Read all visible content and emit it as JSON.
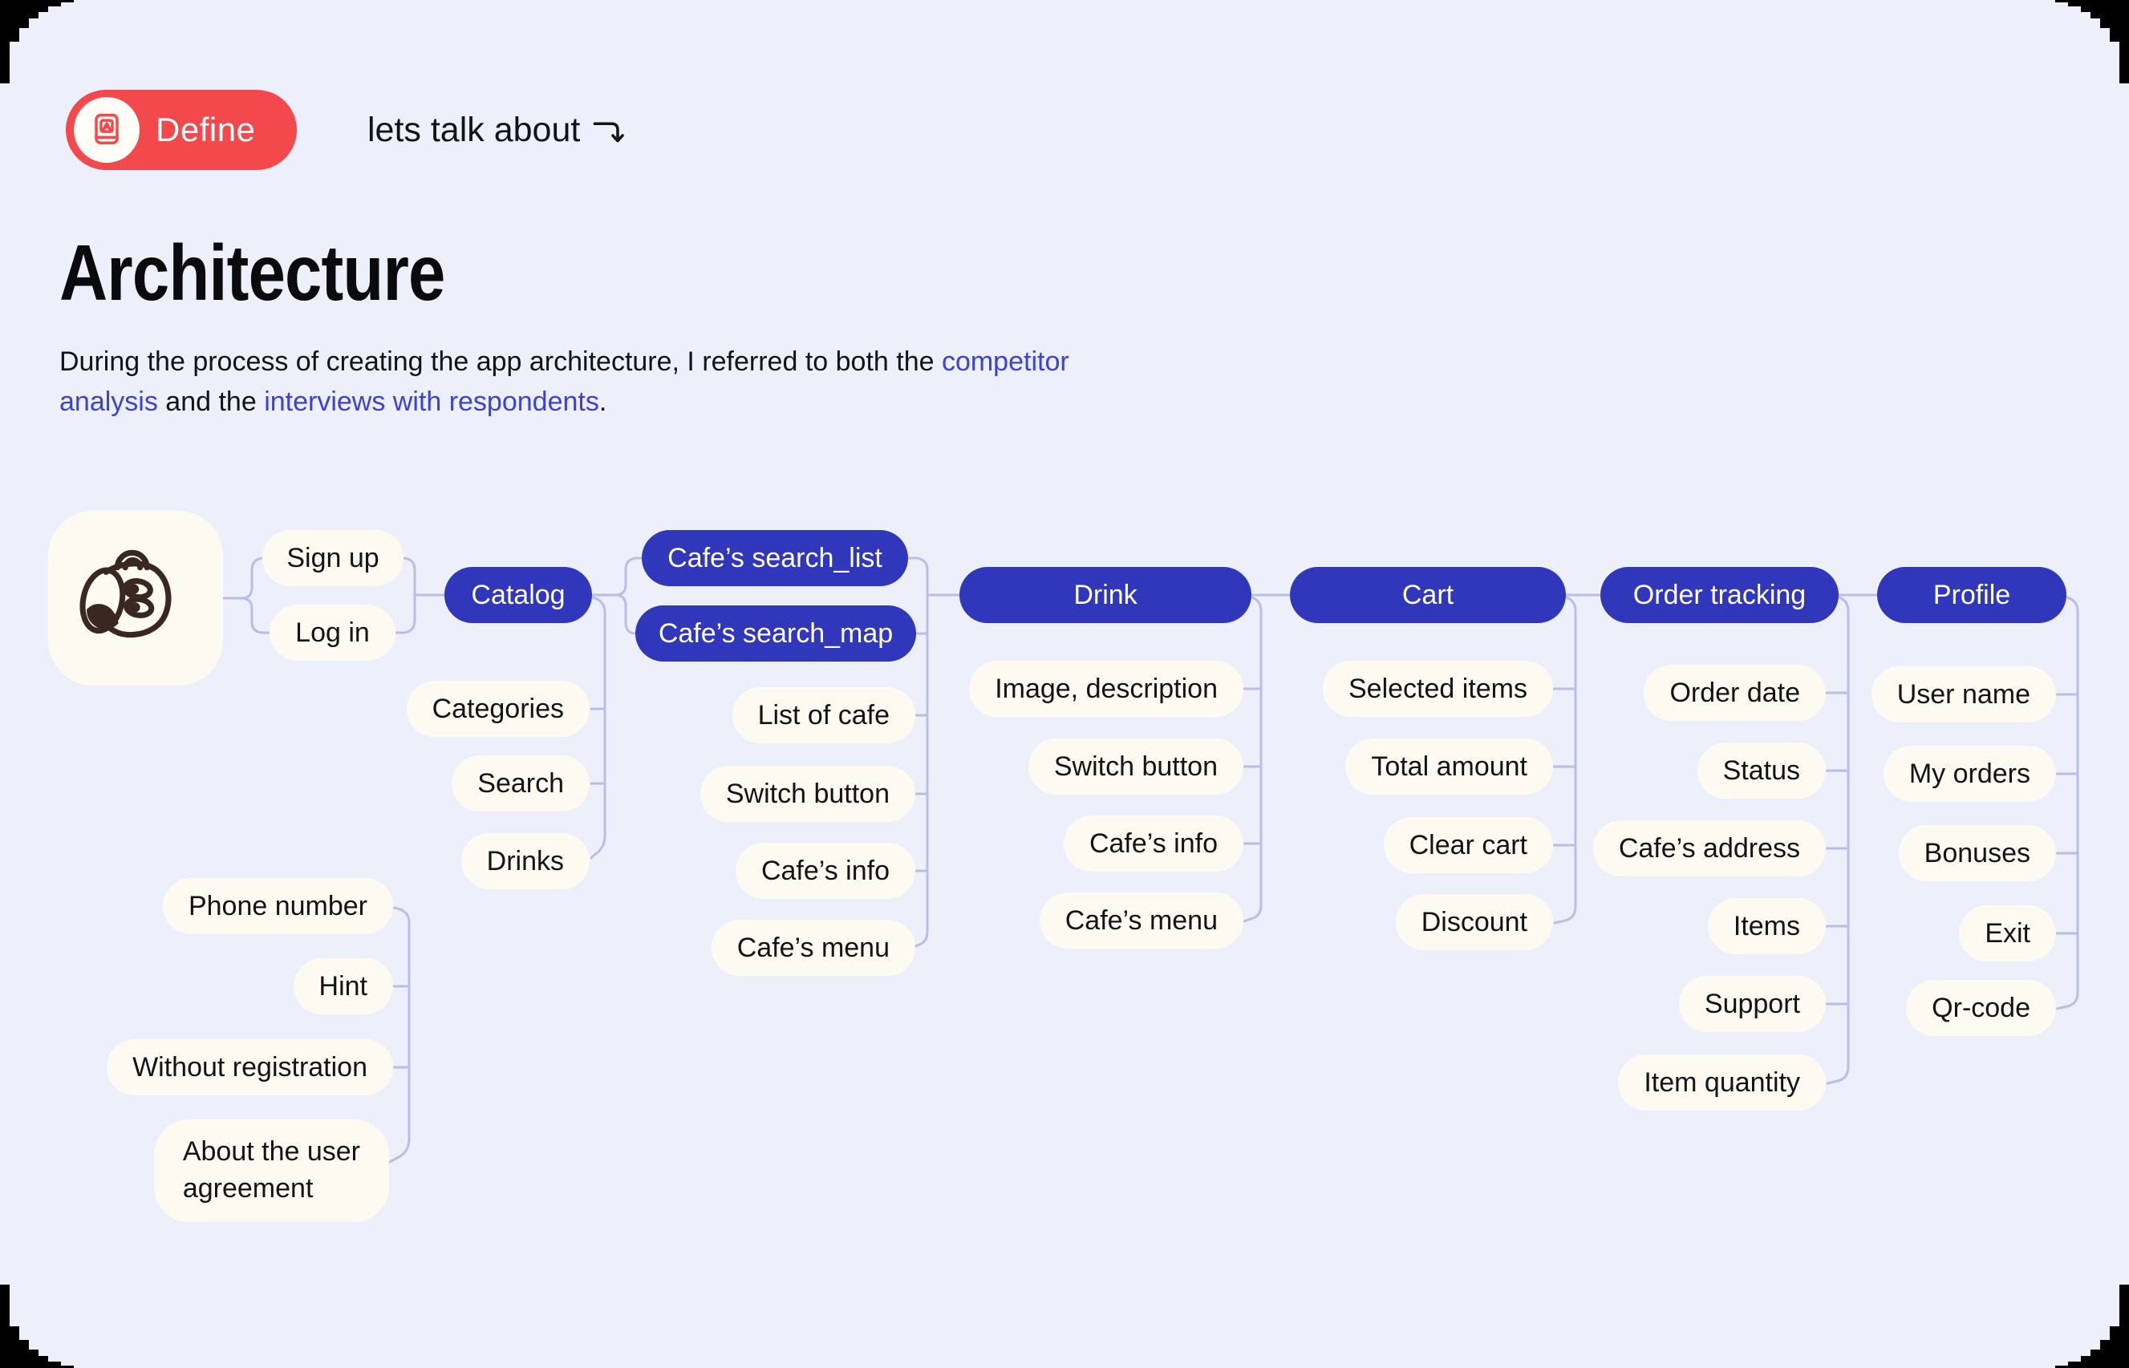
{
  "badge": {
    "label": "Define"
  },
  "tagline": {
    "text": "lets talk about"
  },
  "title": "Architecture",
  "intro": {
    "t1": "During the process of creating the app architecture, I referred to both the ",
    "link1": "competitor analysis",
    "t2": " and the ",
    "link2": "interviews with respondents",
    "t3": "."
  },
  "colors": {
    "background": "#EDF0FA",
    "node_primary": "#3137BB",
    "node_light": "#FDFBF1",
    "connector": "#B9BEE9",
    "badge_red": "#F4494C",
    "link_blue": "#3A43D6",
    "text": "#131316",
    "frame": "#000000"
  },
  "diagram": {
    "nodes": {
      "sign_up": "Sign up",
      "log_in": "Log in",
      "catalog": "Catalog",
      "search_list": "Cafe’s search_list",
      "search_map": "Cafe’s search_map",
      "categories": "Categories",
      "search": "Search",
      "drinks": "Drinks",
      "list_of_cafe": "List of cafe",
      "switch_button_catalog": "Switch button",
      "cafes_info_catalog": "Cafe’s info",
      "cafes_menu_catalog": "Cafe’s menu",
      "drink": "Drink",
      "image_description": "Image, description",
      "switch_button_drink": "Switch button",
      "cafes_info_drink": "Cafe’s info",
      "cafes_menu_drink": "Cafe’s menu",
      "cart": "Cart",
      "selected_items": "Selected items",
      "total_amount": "Total amount",
      "clear_cart": "Clear cart",
      "discount": "Discount",
      "order_tracking": "Order tracking",
      "order_date": "Order date",
      "status": "Status",
      "cafes_address": "Cafe’s address",
      "items": "Items",
      "support": "Support",
      "item_quantity": "Item quantity",
      "profile": "Profile",
      "user_name": "User name",
      "my_orders": "My orders",
      "bonuses": "Bonuses",
      "exit": "Exit",
      "qr_code": "Qr-code",
      "phone_number": "Phone number",
      "hint": "Hint",
      "without_registration": "Without registration",
      "about_agreement": "About the user\nagreement"
    }
  }
}
